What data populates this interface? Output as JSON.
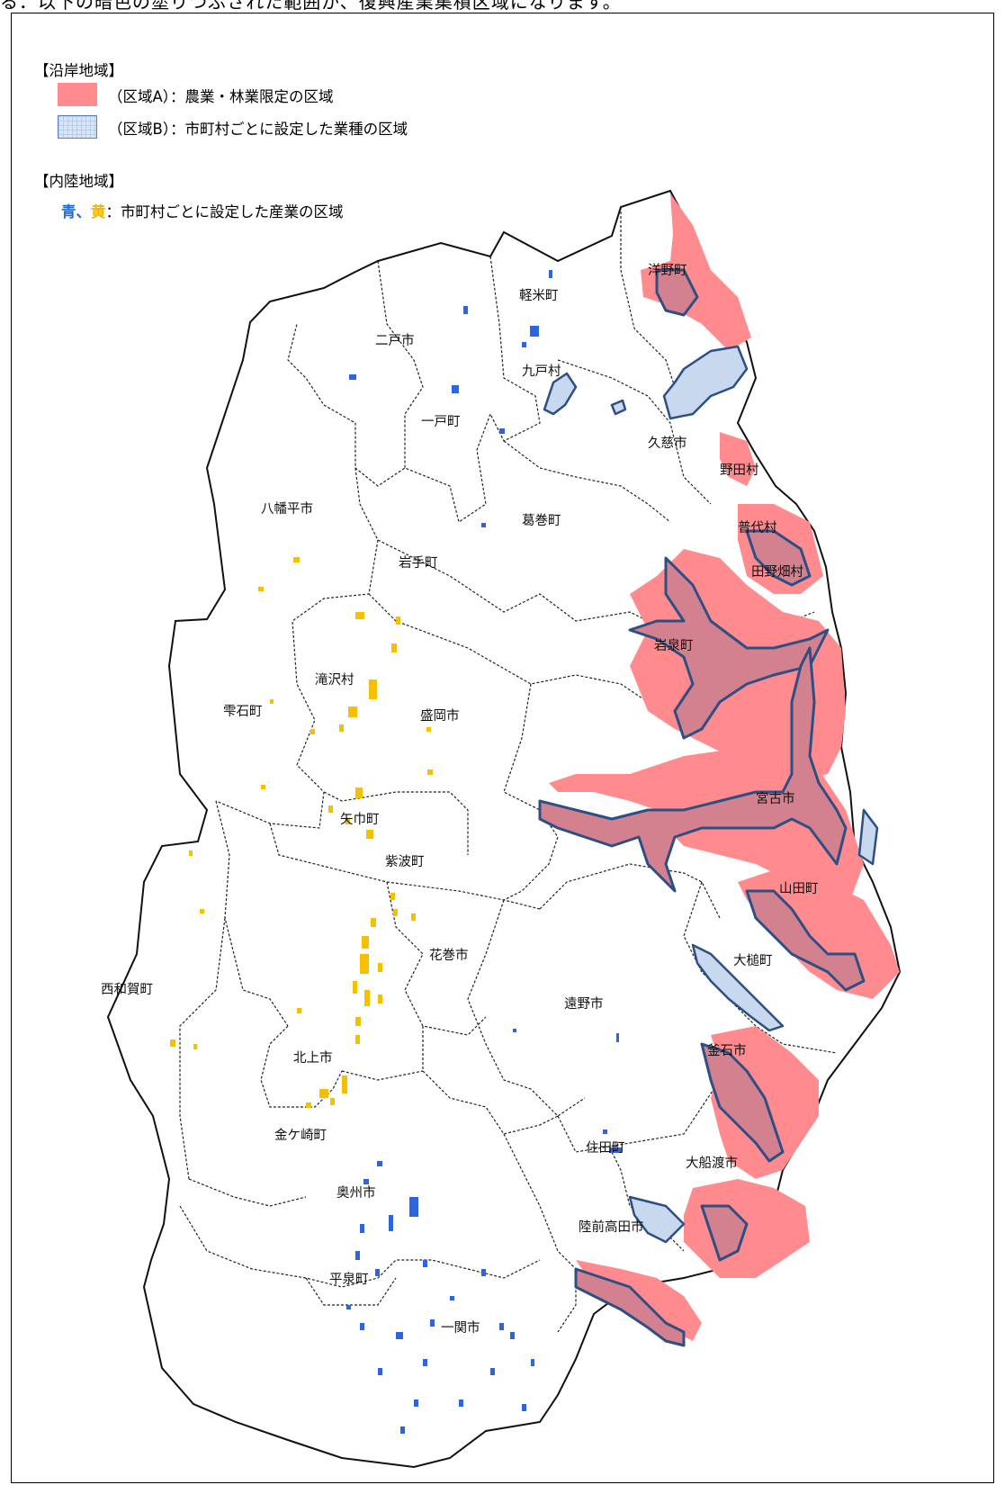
{
  "caption": "る．以下の暗色の塗りつぶされた範囲が、復興産業集積区域になります。",
  "legend": {
    "coastal_header": "【沿岸地域】",
    "zone_a_label": "（区域A）：農業・林業限定の区域",
    "zone_b_label": "（区域B）：市町村ごとに設定した業種の区域",
    "inland_header": "【内陸地域】",
    "inland_blue": "青",
    "inland_sep": "、",
    "inland_yellow": "黄",
    "inland_label": "：市町村ごとに設定した産業の区域"
  },
  "colors": {
    "zone_a": "#ff8b8f",
    "zone_b": "#c7d8ef",
    "zone_overlap": "#d4818f",
    "inland_blue": "#2f64e0",
    "inland_yellow": "#f5c000"
  },
  "municipalities": [
    {
      "key": "yono",
      "name": "洋野町"
    },
    {
      "key": "karumai",
      "name": "軽米町"
    },
    {
      "key": "ninohe",
      "name": "二戸市"
    },
    {
      "key": "kunohe",
      "name": "九戸村"
    },
    {
      "key": "ichinohe",
      "name": "一戸町"
    },
    {
      "key": "kuji",
      "name": "久慈市"
    },
    {
      "key": "noda",
      "name": "野田村"
    },
    {
      "key": "hachimantai",
      "name": "八幡平市"
    },
    {
      "key": "kuzumaki",
      "name": "葛巻町"
    },
    {
      "key": "fudai",
      "name": "普代村"
    },
    {
      "key": "iwate",
      "name": "岩手町"
    },
    {
      "key": "tanohata",
      "name": "田野畑村"
    },
    {
      "key": "iwaizumi",
      "name": "岩泉町"
    },
    {
      "key": "takizawa",
      "name": "滝沢村"
    },
    {
      "key": "shizukuishi",
      "name": "雫石町"
    },
    {
      "key": "morioka",
      "name": "盛岡市"
    },
    {
      "key": "miyako",
      "name": "宮古市"
    },
    {
      "key": "yahaba",
      "name": "矢巾町"
    },
    {
      "key": "shiwa",
      "name": "紫波町"
    },
    {
      "key": "yamada",
      "name": "山田町"
    },
    {
      "key": "otsuchi",
      "name": "大槌町"
    },
    {
      "key": "hanamaki",
      "name": "花巻市"
    },
    {
      "key": "nishiwaga",
      "name": "西和賀町"
    },
    {
      "key": "tono",
      "name": "遠野市"
    },
    {
      "key": "kamaishi",
      "name": "釜石市"
    },
    {
      "key": "kitakami",
      "name": "北上市"
    },
    {
      "key": "kanegasaki",
      "name": "金ケ崎町"
    },
    {
      "key": "sumita",
      "name": "住田町"
    },
    {
      "key": "ofunato",
      "name": "大船渡市"
    },
    {
      "key": "oshu",
      "name": "奥州市"
    },
    {
      "key": "rikuzentakata",
      "name": "陸前高田市"
    },
    {
      "key": "hiraizumi",
      "name": "平泉町"
    },
    {
      "key": "ichinoseki",
      "name": "一関市"
    }
  ]
}
